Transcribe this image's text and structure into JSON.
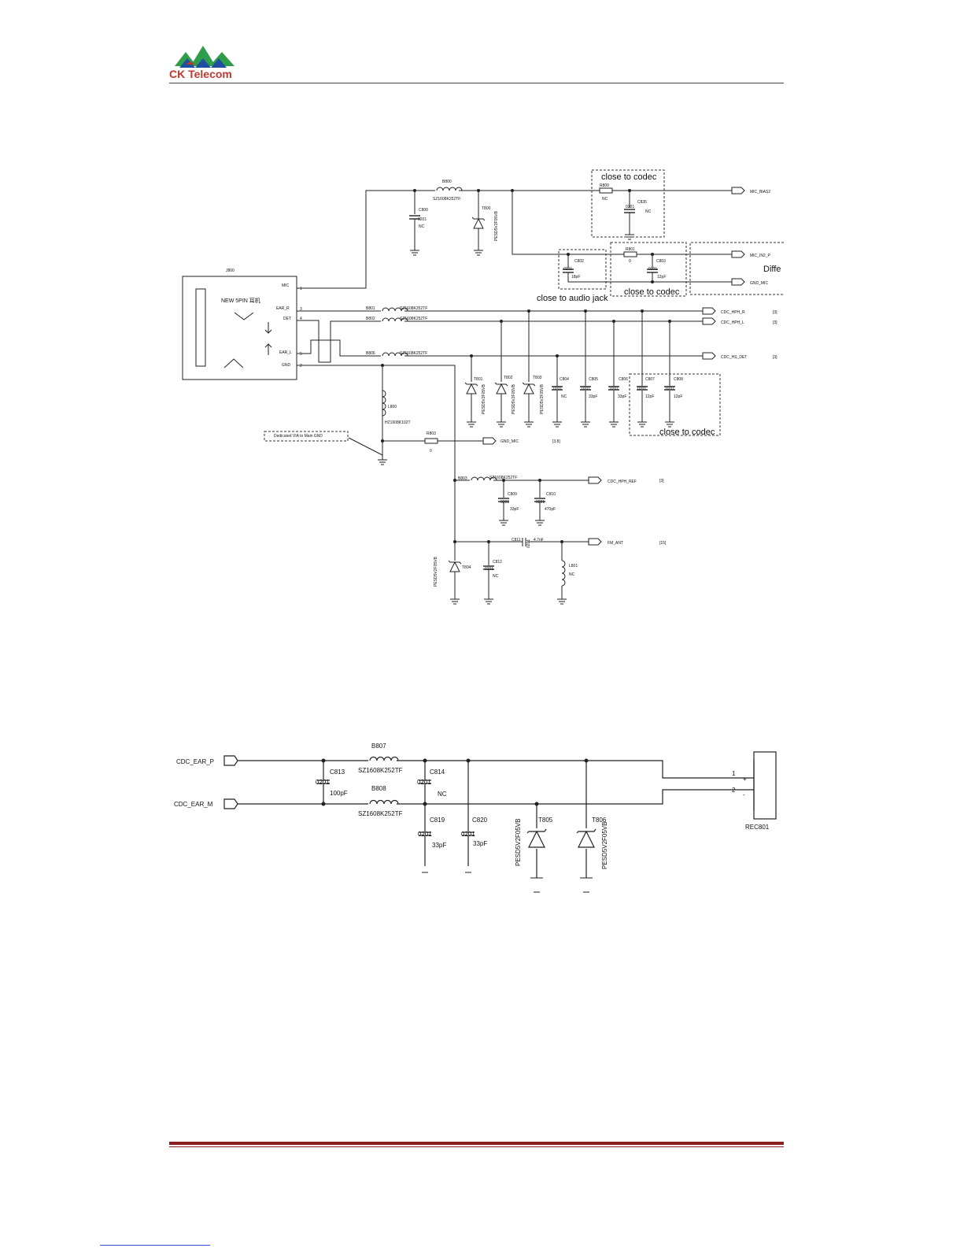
{
  "header": {
    "logo_text": "CK Telecom",
    "logo_icon": "ck-telecom-logo-icon"
  },
  "top_schematic": {
    "connector": {
      "ref": "J800",
      "name": "NEW 5PIN 耳机",
      "pins": [
        {
          "num": "1",
          "name": "MIC"
        },
        {
          "num": "3",
          "name": "EAR_R"
        },
        {
          "num": "4",
          "name": "DET"
        },
        {
          "num": "5",
          "name": "EAR_L"
        },
        {
          "num": "2",
          "name": "GND"
        }
      ]
    },
    "components": {
      "b800": {
        "ref": "B800",
        "val": "SZ1608K252TF"
      },
      "c800": {
        "ref": "C800",
        "pkg": "0201",
        "val": "NC"
      },
      "t800": {
        "ref": "T800",
        "part": "PESD5V2F05VB"
      },
      "r800": {
        "ref": "R800",
        "pkg": "0201",
        "val": "NC"
      },
      "c835": {
        "ref": "C835",
        "pkg": "0201",
        "val": "NC"
      },
      "c802": {
        "ref": "C802",
        "pkg": "0201",
        "val": "18pF"
      },
      "r801": {
        "ref": "R801",
        "pkg": "0201",
        "val": "0"
      },
      "c803": {
        "ref": "C803",
        "pkg": "0201",
        "val": "12pF"
      },
      "b801": {
        "ref": "B801",
        "val": "SZ1608K252TF"
      },
      "b802": {
        "ref": "B802",
        "val": "SZ1608K252TF"
      },
      "b806": {
        "ref": "B806",
        "val": "SZ1608K252TF"
      },
      "t801": {
        "ref": "T801",
        "part": "PESD5V2F05VB"
      },
      "t802": {
        "ref": "T802",
        "part": "PESD5V2F05VB"
      },
      "t803": {
        "ref": "T803",
        "part": "PESD5V2F05VB"
      },
      "c804": {
        "ref": "C804",
        "pkg": "0201",
        "val": "NC"
      },
      "c805": {
        "ref": "C805",
        "pkg": "0201",
        "val": "33pF"
      },
      "c806": {
        "ref": "C806",
        "pkg": "0201",
        "val": "33pF"
      },
      "c807": {
        "ref": "C807",
        "pkg": "0201",
        "val": "12pF"
      },
      "c808": {
        "ref": "C808",
        "pkg": "0201",
        "val": "12pF"
      },
      "l800": {
        "ref": "L800",
        "val": "HZ1608K102T"
      },
      "r803": {
        "ref": "R803",
        "pkg": "0201",
        "val": "0"
      },
      "b803": {
        "ref": "B803",
        "val": "SZ1608K252TF"
      },
      "c809": {
        "ref": "C809",
        "pkg": "0201",
        "val": "33pF"
      },
      "c810": {
        "ref": "C810",
        "pkg": "0201",
        "val": "470pF"
      },
      "c811": {
        "ref": "C811",
        "pkg": "0201",
        "val": "4.7nF"
      },
      "c812": {
        "ref": "C812",
        "pkg": "0201",
        "val": "NC"
      },
      "l801": {
        "ref": "L801",
        "val": "NC"
      },
      "t804": {
        "ref": "T804",
        "part": "PESD5V2F05VB"
      }
    },
    "nets": {
      "mic_bias2": "MIC_BIAS2",
      "mic_in2_p": "MIC_IN2_P",
      "gnd_mic": "GND_MIC",
      "cdc_hph_r": "CDC_HPH_R",
      "cdc_hph_r_page": "[3]",
      "cdc_hph_l": "CDC_HPH_L",
      "cdc_hph_l_page": "[3]",
      "cdc_hs_det": "CDC_HS_DET",
      "cdc_hs_det_page": "[3]",
      "gnd_mic2": "GND_MIC",
      "gnd_mic2_page": "[3,8]",
      "cdc_hph_ref": "CDC_HPH_REF",
      "cdc_hph_ref_page": "[3]",
      "fm_ant": "FM_ANT",
      "fm_ant_page": "[15]"
    },
    "notes": {
      "close_codec_1": "close to codec",
      "close_codec_2": "close to codec",
      "close_codec_3": "close to codec",
      "close_audio_jack": "close to audio jack",
      "diffe": "Diffe",
      "via_note": "Dedicated VIA to Main GND"
    }
  },
  "bottom_schematic": {
    "nets": {
      "ear_p": "CDC_EAR_P",
      "ear_m": "CDC_EAR_M"
    },
    "components": {
      "b807": {
        "ref": "B807",
        "val": "SZ1608K252TF"
      },
      "b808": {
        "ref": "B808",
        "val": "SZ1608K252TF"
      },
      "c813": {
        "ref": "C813",
        "pkg": "0201",
        "val": "100pF"
      },
      "c814": {
        "ref": "C814",
        "pkg": "0201",
        "val": "NC"
      },
      "c819": {
        "ref": "C819",
        "pkg": "0201",
        "val": "33pF"
      },
      "c820": {
        "ref": "C820",
        "pkg": "0201",
        "val": "33pF"
      },
      "t805": {
        "ref": "T805",
        "part": "PESD5V2F05VB"
      },
      "t806": {
        "ref": "T806",
        "part": "PESD5V2F05VB"
      },
      "rec801": {
        "ref": "REC801",
        "pin1": "1",
        "pin2": "2",
        "plus": "+",
        "minus": "-"
      }
    }
  },
  "colors": {
    "logo_green": "#2e9e4a",
    "logo_blue": "#1f4fa3",
    "logo_red": "#c0392b",
    "rule_red": "#8a1f1f"
  }
}
